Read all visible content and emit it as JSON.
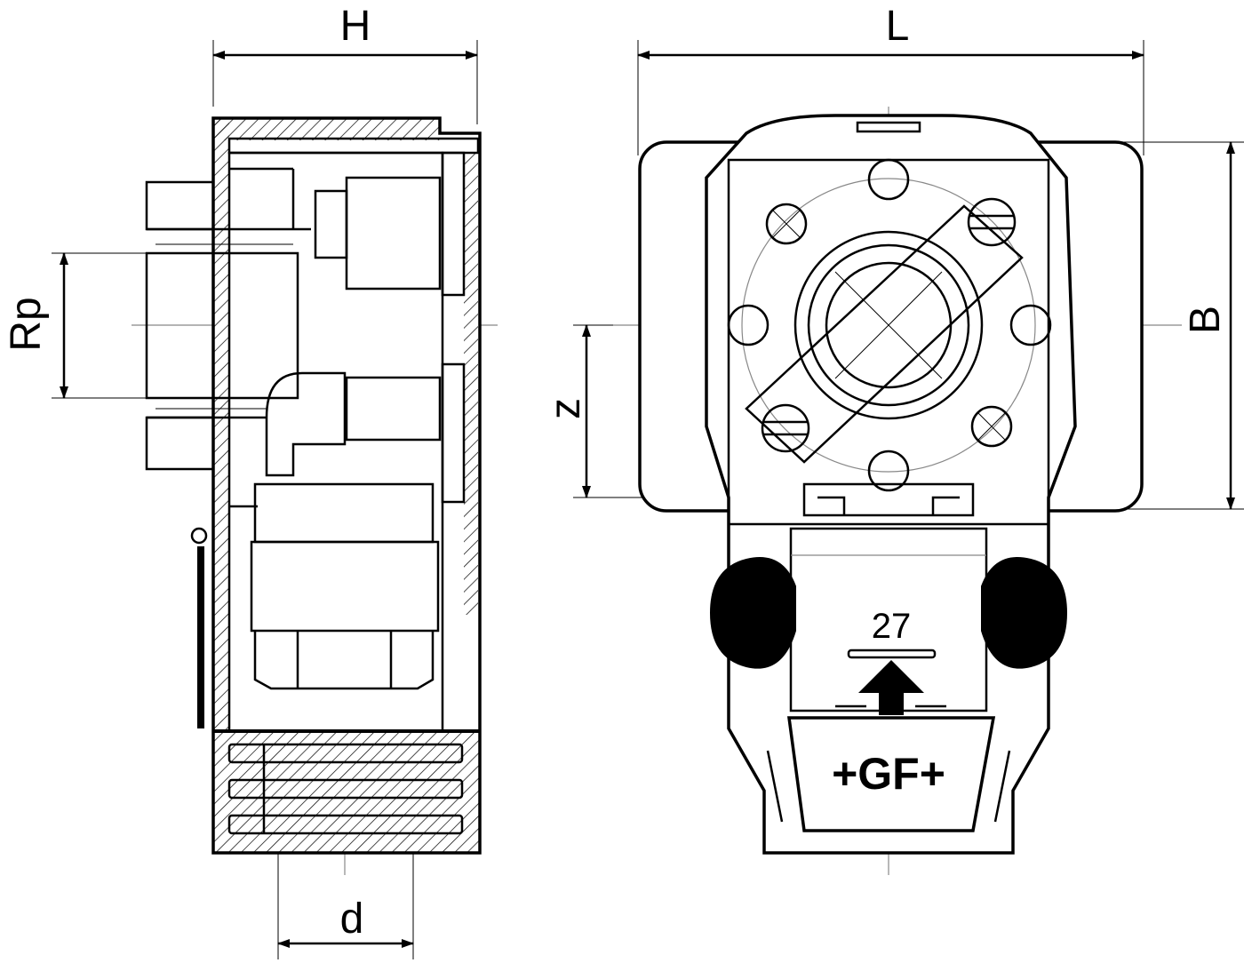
{
  "dimensions": {
    "H": "H",
    "L": "L",
    "Rp": "Rp",
    "z": "z",
    "B": "B",
    "d": "d"
  },
  "marking": {
    "number": "27",
    "brand": "+GF+"
  },
  "colors": {
    "line": "#000000",
    "background": "#ffffff",
    "centerline": "#888888"
  }
}
